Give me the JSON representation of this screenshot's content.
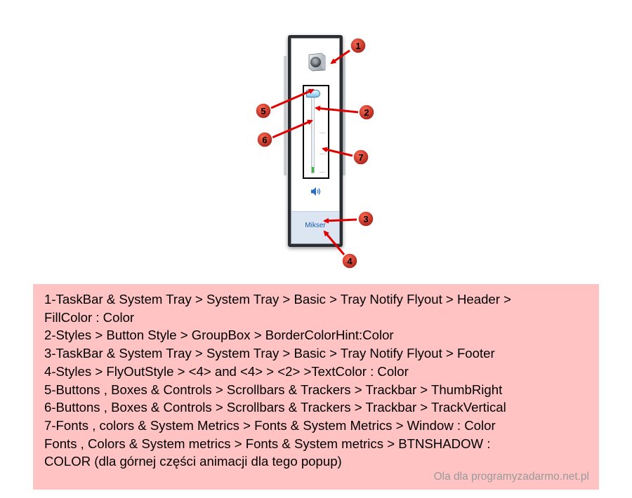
{
  "flyout": {
    "mixer_link": "Mikser",
    "volume_level_fraction": 0.07
  },
  "markers": [
    "1",
    "2",
    "3",
    "4",
    "5",
    "6",
    "7"
  ],
  "info": {
    "lines": [
      "1-TaskBar & System Tray > System Tray > Basic > Tray Notify Flyout > Header >",
      "FillColor : Color",
      "2-Styles > Button Style > GroupBox > BorderColorHint:Color",
      "3-TaskBar & System Tray > System Tray > Basic > Tray Notify Flyout > Footer",
      "4-Styles > FlyOutStyle > <4> and <4> > <2> >TextColor : Color",
      "5-Buttons , Boxes & Controls > Scrollbars & Trackers > Trackbar > ThumbRight",
      "6-Buttons , Boxes & Controls > Scrollbars & Trackers > Trackbar > TrackVertical",
      "7-Fonts , colors & System Metrics > Fonts & System Metrics > Window : Color",
      "Fonts , Colors & System metrics > Fonts & System metrics > BTNSHADOW :",
      "COLOR (dla górnej części animacji dla tego popup)"
    ],
    "credit": "Ola dla programyzadarmo.net.pl"
  },
  "colors": {
    "info_background": "#ffc3c3",
    "marker_fill": "#c0392b",
    "arrow": "#e00000",
    "link": "#1d5ca8",
    "footer": "#dce6f3",
    "level": "#3fba3f"
  },
  "icons": {
    "device": "speaker-device-icon",
    "mute": "speaker-volume-icon"
  }
}
